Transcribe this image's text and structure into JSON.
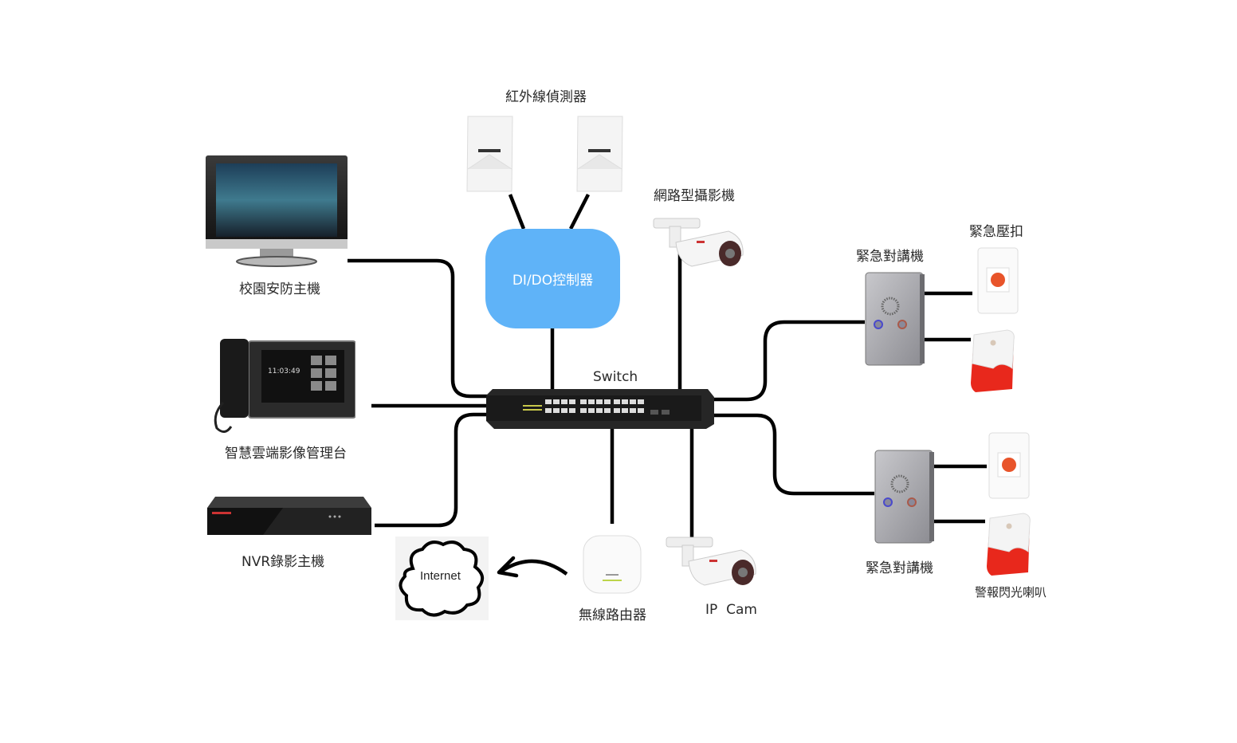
{
  "diagram": {
    "title": "校園安防系統架構",
    "hub": {
      "label": "Switch"
    },
    "controller": {
      "label": "DI/DO控制器"
    },
    "nodes": {
      "campus_host": {
        "label": "校園安防主機",
        "icon": "monitor-icon"
      },
      "cloud_console": {
        "label": "智慧雲端影像管理台",
        "icon": "video-phone-console-icon",
        "screen_time": "11:03:49"
      },
      "nvr": {
        "label": "NVR錄影主機",
        "icon": "nvr-recorder-icon"
      },
      "pir_sensors": {
        "label": "紅外線偵測器",
        "icon": "pir-sensor-icon",
        "count": 2
      },
      "network_camera": {
        "label": "網路型攝影機",
        "icon": "bullet-camera-icon"
      },
      "wireless_router": {
        "label": "無線路由器",
        "icon": "wifi-access-point-icon"
      },
      "ip_cam": {
        "label": "IP  Cam",
        "icon": "bullet-camera-icon"
      },
      "internet": {
        "label": "Internet",
        "icon": "cloud-icon"
      },
      "intercom_1": {
        "label": "緊急對講機",
        "icon": "intercom-panel-icon"
      },
      "intercom_2": {
        "label": "緊急對講機",
        "icon": "intercom-panel-icon"
      },
      "panic_button": {
        "label": "緊急壓扣",
        "icon": "panic-button-icon"
      },
      "strobe_siren": {
        "label": "警報閃光喇叭",
        "icon": "strobe-siren-icon"
      }
    },
    "connections": [
      [
        "campus_host",
        "switch"
      ],
      [
        "cloud_console",
        "switch"
      ],
      [
        "nvr",
        "switch"
      ],
      [
        "pir_sensor_1",
        "controller"
      ],
      [
        "pir_sensor_2",
        "controller"
      ],
      [
        "controller",
        "switch"
      ],
      [
        "network_camera",
        "switch"
      ],
      [
        "wireless_router",
        "switch"
      ],
      [
        "ip_cam",
        "switch"
      ],
      [
        "wireless_router",
        "internet"
      ],
      [
        "intercom_1",
        "switch"
      ],
      [
        "intercom_2",
        "switch"
      ],
      [
        "intercom_1",
        "panic_button"
      ],
      [
        "intercom_1",
        "strobe_siren"
      ],
      [
        "intercom_2",
        "panic_button"
      ],
      [
        "intercom_2",
        "strobe_siren"
      ]
    ],
    "colors": {
      "controller": "#5fb3f8",
      "wire": "#000000",
      "panic": "#e8542a",
      "siren": "#e8281c"
    }
  }
}
